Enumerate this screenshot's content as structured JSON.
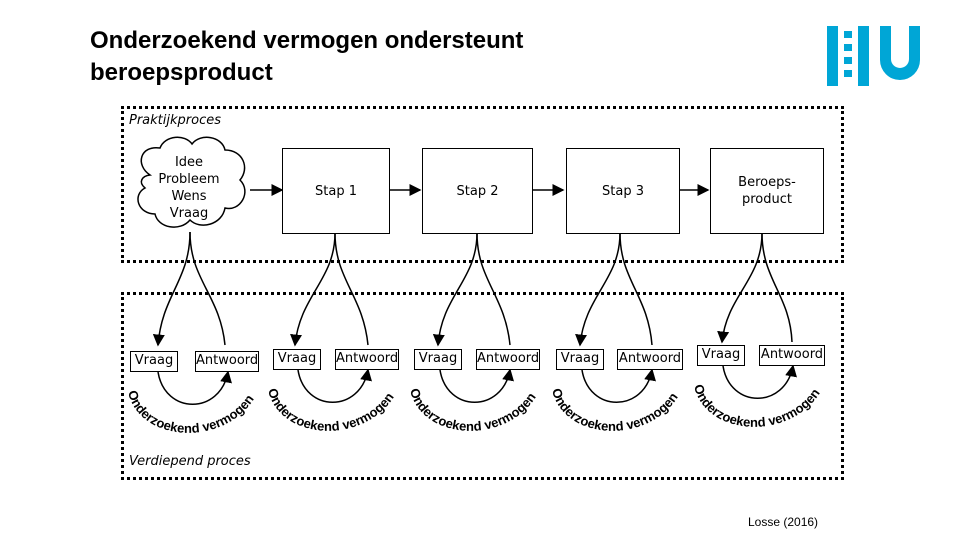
{
  "slide": {
    "title": "Onderzoekend vermogen ondersteunt beroepsproduct",
    "source": "Losse (2016)",
    "colors": {
      "logo_blue": "#00a6d6",
      "line": "#000000"
    }
  },
  "praktijk": {
    "label": "Praktijkproces",
    "cloud_lines": [
      "Idee",
      "Probleem",
      "Wens",
      "Vraag"
    ],
    "steps": [
      "Stap 1",
      "Stap 2",
      "Stap 3"
    ],
    "product_line1": "Beroeps-",
    "product_line2": "product"
  },
  "verdiepend": {
    "label": "Verdiepend proces",
    "vraag": "Vraag",
    "antwoord": "Antwoord",
    "arc_text": "Onderzoekend vermogen"
  },
  "logo": {
    "icon": "hu-logo"
  }
}
